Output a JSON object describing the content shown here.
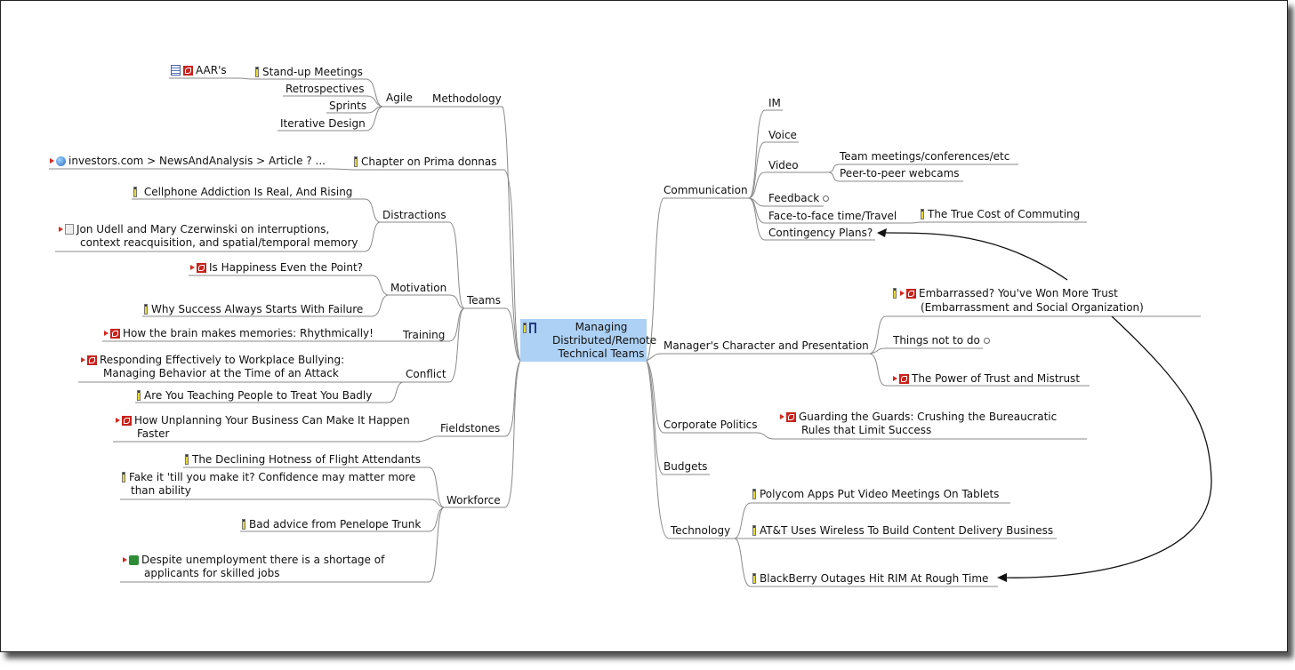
{
  "root": {
    "title": "Managing Distributed/Remote Technical Teams"
  },
  "left": {
    "methodology": "Methodology",
    "agile": "Agile",
    "standup": "Stand-up Meetings",
    "aars": "AAR's",
    "retrospectives": "Retrospectives",
    "sprints": "Sprints",
    "iterative": "Iterative Design",
    "prima": "Chapter on Prima donnas",
    "investors": "investors.com > NewsAndAnalysis > Article ? ...",
    "teams": "Teams",
    "distractions": "Distractions",
    "cellphone": "Cellphone Addiction Is Real, And Rising",
    "udell_1": "Jon Udell and Mary Czerwinski on interruptions,",
    "udell_2": "context reacquisition, and spatial/temporal memory",
    "motivation": "Motivation",
    "happiness": "Is Happiness Even the Point?",
    "success": "Why Success Always Starts With Failure",
    "training": "Training",
    "brain": "How the brain makes memories: Rhythmically!",
    "conflict": "Conflict",
    "bullying_1": "Responding Effectively to Workplace Bullying:",
    "bullying_2": "Managing Behavior at the Time of an Attack",
    "treat": "Are You Teaching People to Treat You Badly",
    "fieldstones": "Fieldstones",
    "unplanning_1": "How Unplanning Your Business Can Make It Happen",
    "unplanning_2": "Faster",
    "workforce": "Workforce",
    "flight": "The Declining Hotness of Flight Attendants",
    "fake_1": "Fake it 'till you make it? Confidence may matter more",
    "fake_2": "than ability",
    "penelope": "Bad advice from Penelope Trunk",
    "unemployment_1": "Despite unemployment there is a shortage of",
    "unemployment_2": "applicants for skilled jobs"
  },
  "right": {
    "communication": "Communication",
    "im": "IM",
    "voice": "Voice",
    "video": "Video",
    "team_meetings": "Team meetings/conferences/etc",
    "p2p": "Peer-to-peer webcams",
    "feedback": "Feedback",
    "f2f": "Face-to-face time/Travel",
    "commuting": "The True Cost of Commuting",
    "contingency": "Contingency Plans?",
    "manager": "Manager's Character and Presentation",
    "embarrassed_1": "Embarrassed? You've Won More Trust",
    "embarrassed_2": "(Embarrassment and Social Organization)",
    "things": "Things not to do",
    "power": "The Power of Trust and Mistrust",
    "politics": "Corporate Politics",
    "guards_1": "Guarding the Guards: Crushing the Bureaucratic",
    "guards_2": "Rules that Limit Success",
    "budgets": "Budgets",
    "technology": "Technology",
    "polycom": "Polycom Apps Put Video Meetings On Tablets",
    "att": "AT&T Uses Wireless To Build Content Delivery Business",
    "blackberry": "BlackBerry Outages Hit RIM At Rough Time"
  },
  "colors": {
    "root_fill": "#add1f4",
    "line": "#888888",
    "pdf": "#c8221c"
  }
}
